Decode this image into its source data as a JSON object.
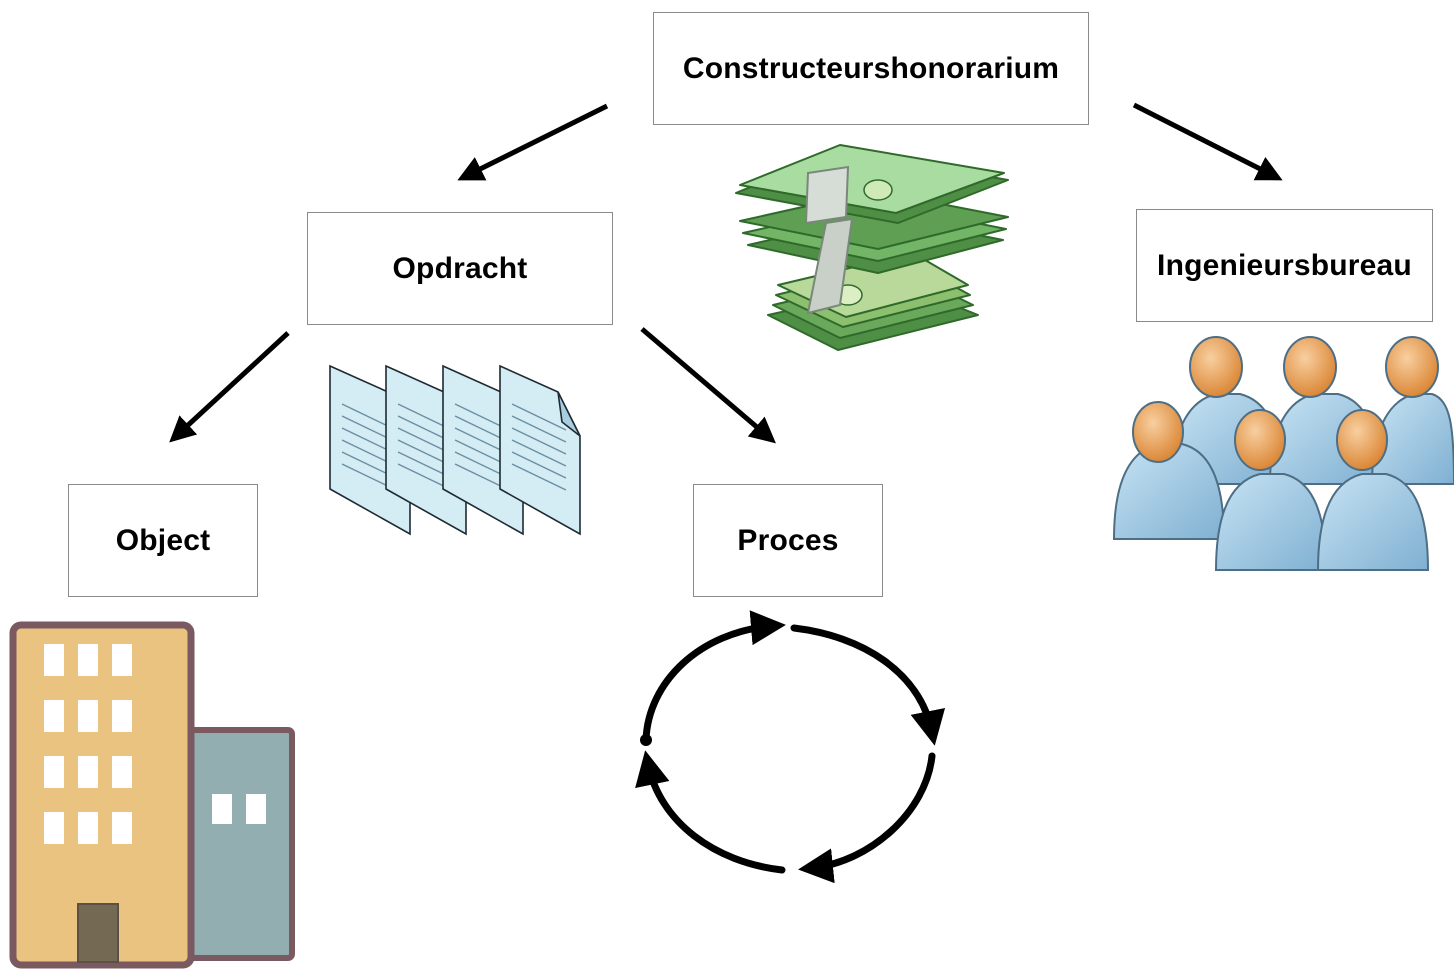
{
  "diagram": {
    "root": {
      "label": "Constructeurshonorarium",
      "icon": "money-stack-icon"
    },
    "nodes": [
      {
        "id": "opdracht",
        "label": "Opdracht",
        "icon": "documents-icon"
      },
      {
        "id": "ingenieursbureau",
        "label": "Ingenieursbureau",
        "icon": "people-group-icon"
      },
      {
        "id": "object",
        "label": "Object",
        "icon": "building-icon"
      },
      {
        "id": "proces",
        "label": "Proces",
        "icon": "cycle-arrows-icon"
      }
    ],
    "edges": [
      {
        "from": "Constructeurshonorarium",
        "to": "Opdracht"
      },
      {
        "from": "Constructeurshonorarium",
        "to": "Ingenieursbureau"
      },
      {
        "from": "Opdracht",
        "to": "Object"
      },
      {
        "from": "Opdracht",
        "to": "Proces"
      }
    ]
  },
  "colors": {
    "box_border": "#8a8a8a",
    "arrow": "#000000",
    "money_green": "#8cc68a",
    "document_blue": "#d4ecf4",
    "person_blue": "#a9cde4",
    "person_head": "#e7a15c",
    "building_tan": "#e9c37f",
    "building_gray": "#93aeb0"
  }
}
